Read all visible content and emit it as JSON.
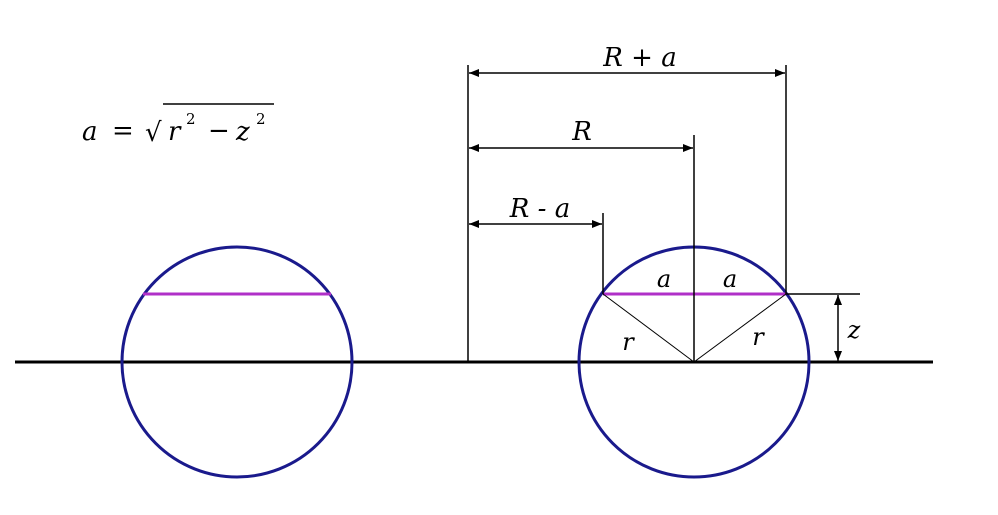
{
  "formula": {
    "lhs": "a",
    "eq": "=",
    "sqrt": "√",
    "r": "r",
    "r_exp": "2",
    "minus": "−",
    "z": "z",
    "z_exp": "2"
  },
  "dimensions": {
    "r_plus_a": "R + a",
    "r_label": "R",
    "r_minus_a": "R - a",
    "a_left": "a",
    "a_right": "a",
    "radius_left": "r",
    "radius_right": "r",
    "height": "z"
  },
  "colors": {
    "circle": "#1a1a8c",
    "chord": "#b030c8",
    "line": "#000000"
  }
}
